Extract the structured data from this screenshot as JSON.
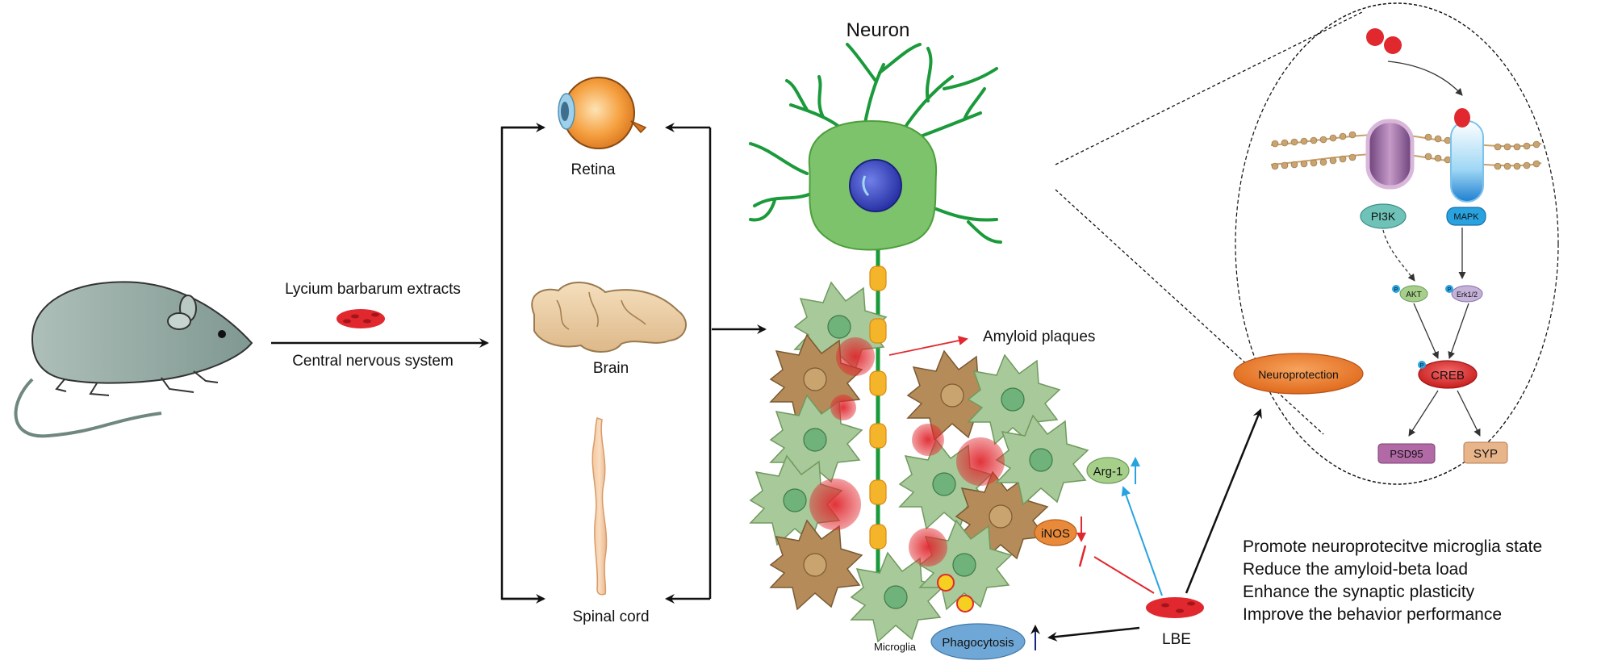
{
  "labels": {
    "extract_title": "Lycium barbarum extracts",
    "route": "Central nervous  system",
    "retina": "Retina",
    "brain": "Brain",
    "spinal_cord": "Spinal cord",
    "neuron": "Neuron",
    "amyloid": "Amyloid plaques",
    "arg1": "Arg-1",
    "inos": "iNOS",
    "phagocytosis": "Phagocytosis",
    "microglia": "Microglia",
    "lbe": "LBE",
    "neuroprotection": "Neuroprotection"
  },
  "pathway": {
    "pi3k": "PI3K",
    "mapk": "MAPK",
    "akt": "AKT",
    "erk": "Erk1/2",
    "creb": "CREB",
    "psd95": "PSD95",
    "syp": "SYP",
    "p": "P"
  },
  "effects": [
    "Promote neuroprotecitve microglia state",
    "Reduce the amyloid-beta load",
    "Enhance the synaptic plasticity",
    "Improve the behavior performance"
  ],
  "colors": {
    "mouse": "#8fa7a0",
    "neuron": "#7dc36b",
    "microglia_green": "#a8c99a",
    "microglia_brown": "#b58b5a",
    "plaque": "#e0282e",
    "arg1": "#a6d08a",
    "inos": "#e98a3a",
    "phagocytosis": "#6fa8d6",
    "neuroprotection": "#e8762b",
    "creb": "#e03a3a",
    "psd95": "#b26aa6",
    "syp": "#e8b48a",
    "up_arrow_blue": "#29a3e0",
    "down_arrow_red": "#e0282e"
  }
}
